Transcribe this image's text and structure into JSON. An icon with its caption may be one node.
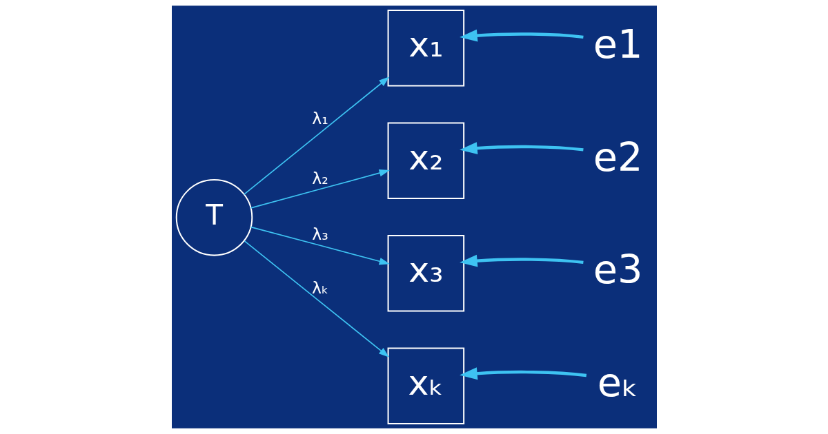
{
  "diagram": {
    "nodes": [
      {
        "text": [
          "T"
        ]
      },
      {
        "text": [
          "x₁"
        ]
      },
      {
        "text": [
          "x₂"
        ]
      },
      {
        "text": [
          "x₃"
        ]
      },
      {
        "text": [
          "xₖ"
        ]
      },
      {
        "text": [
          "e1"
        ]
      },
      {
        "text": [
          "e2"
        ]
      },
      {
        "text": [
          "e3"
        ]
      },
      {
        "text": [
          "eₖ"
        ]
      }
    ],
    "edges": [
      {
        "from": 0,
        "to": 1,
        "arrow": "to",
        "label": "λ₁"
      },
      {
        "from": 0,
        "to": 2,
        "arrow": "to",
        "label": "λ₂"
      },
      {
        "from": 0,
        "to": 3,
        "arrow": "to",
        "label": "λ₃"
      },
      {
        "from": 0,
        "to": 4,
        "arrow": "to",
        "label": "λₖ"
      },
      {
        "from": 5,
        "to": 1,
        "arrow": "to",
        "style": "thick"
      },
      {
        "from": 6,
        "to": 2,
        "arrow": "to",
        "style": "thick"
      },
      {
        "from": 7,
        "to": 3,
        "arrow": "to",
        "style": "thick"
      },
      {
        "from": 8,
        "to": 4,
        "arrow": "to",
        "style": "thick"
      }
    ]
  }
}
